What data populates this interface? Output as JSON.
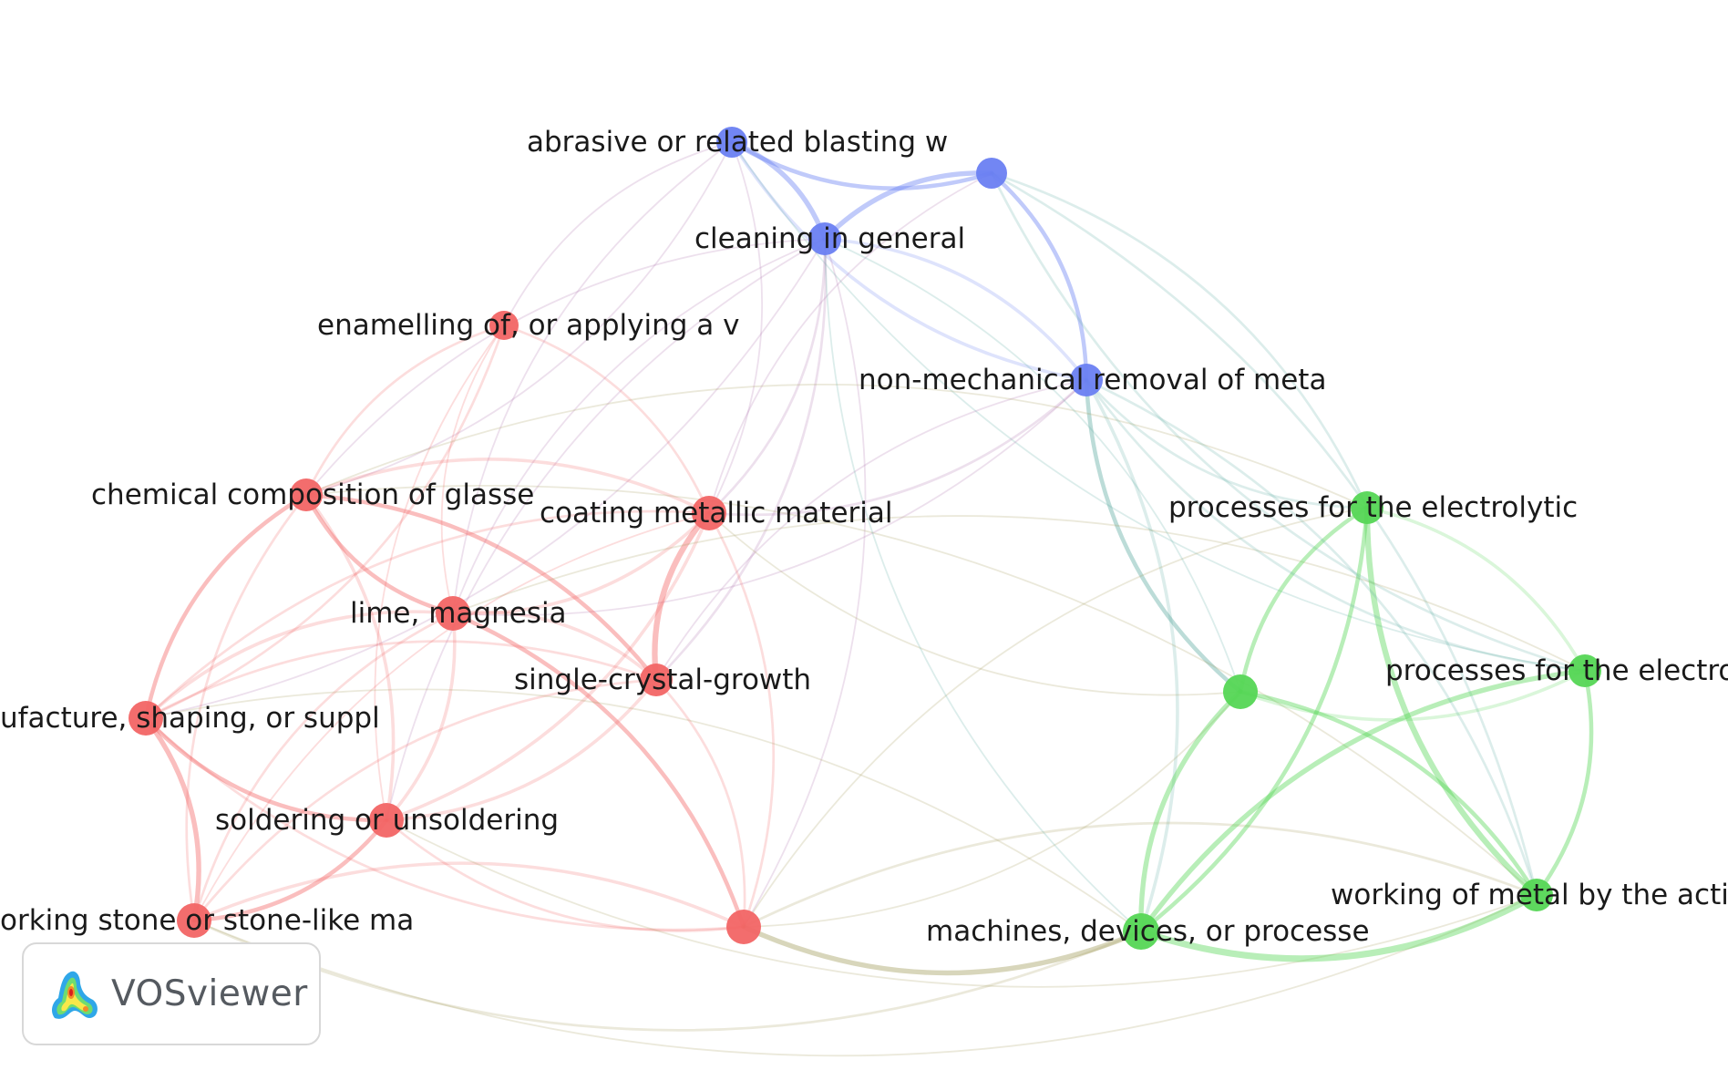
{
  "app": {
    "name": "VOSviewer"
  },
  "colors": {
    "red": "#f26565",
    "blue": "#6a80f2",
    "green": "#55d655"
  },
  "network": {
    "nodes": [
      {
        "id": "abrasive",
        "label": "abrasive or related blasting w",
        "cluster": "blue"
      },
      {
        "id": "blue-unlabeled",
        "label": "",
        "cluster": "blue"
      },
      {
        "id": "cleaning",
        "label": "cleaning in general",
        "cluster": "blue"
      },
      {
        "id": "nonmech",
        "label": "non-mechanical removal of meta",
        "cluster": "blue"
      },
      {
        "id": "enamelling",
        "label": "enamelling of, or applying a v",
        "cluster": "red"
      },
      {
        "id": "chemcomp",
        "label": "chemical composition of glasse",
        "cluster": "red"
      },
      {
        "id": "coating",
        "label": "coating metallic material",
        "cluster": "red"
      },
      {
        "id": "lime",
        "label": "lime, magnesia",
        "cluster": "red"
      },
      {
        "id": "singlecrystal",
        "label": "single-crystal-growth",
        "cluster": "red"
      },
      {
        "id": "manufacture",
        "label": "ufacture, shaping, or suppl",
        "cluster": "red"
      },
      {
        "id": "soldering",
        "label": "soldering or unsoldering",
        "cluster": "red"
      },
      {
        "id": "stone",
        "label": "orking stone or stone-like ma",
        "cluster": "red"
      },
      {
        "id": "red-unlabeled",
        "label": "",
        "cluster": "red"
      },
      {
        "id": "electrolytic1",
        "label": "processes for the electrolytic",
        "cluster": "green"
      },
      {
        "id": "green-unlabeled",
        "label": "",
        "cluster": "green"
      },
      {
        "id": "electrolytic2",
        "label": "processes for the electroly",
        "cluster": "green"
      },
      {
        "id": "workingmetal",
        "label": "working of metal by the action",
        "cluster": "green"
      },
      {
        "id": "machines",
        "label": "machines, devices, or processe",
        "cluster": "green"
      }
    ],
    "links": [
      [
        "abrasive",
        "blue-unlabeled",
        4
      ],
      [
        "abrasive",
        "cleaning",
        5
      ],
      [
        "blue-unlabeled",
        "cleaning",
        5
      ],
      [
        "blue-unlabeled",
        "nonmech",
        4
      ],
      [
        "abrasive",
        "nonmech",
        3
      ],
      [
        "cleaning",
        "nonmech",
        3
      ],
      [
        "nonmech",
        "green-unlabeled",
        4
      ],
      [
        "nonmech",
        "machines",
        3
      ],
      [
        "nonmech",
        "electrolytic1",
        2
      ],
      [
        "blue-unlabeled",
        "electrolytic1",
        2
      ],
      [
        "blue-unlabeled",
        "electrolytic2",
        2
      ],
      [
        "blue-unlabeled",
        "workingmetal",
        2
      ],
      [
        "abrasive",
        "electrolytic2",
        1
      ],
      [
        "cleaning",
        "coating",
        2
      ],
      [
        "cleaning",
        "chemcomp",
        1
      ],
      [
        "cleaning",
        "singlecrystal",
        2
      ],
      [
        "cleaning",
        "soldering",
        1
      ],
      [
        "cleaning",
        "red-unlabeled",
        1
      ],
      [
        "cleaning",
        "lime",
        1
      ],
      [
        "cleaning",
        "manufacture",
        1
      ],
      [
        "abrasive",
        "enamelling",
        1
      ],
      [
        "abrasive",
        "chemcomp",
        1
      ],
      [
        "abrasive",
        "lime",
        1
      ],
      [
        "abrasive",
        "coating",
        1
      ],
      [
        "blue-unlabeled",
        "coating",
        1
      ],
      [
        "nonmech",
        "coating",
        2
      ],
      [
        "nonmech",
        "singlecrystal",
        1
      ],
      [
        "nonmech",
        "lime",
        1
      ],
      [
        "enamelling",
        "chemcomp",
        2
      ],
      [
        "enamelling",
        "coating",
        2
      ],
      [
        "enamelling",
        "lime",
        1
      ],
      [
        "enamelling",
        "manufacture",
        2
      ],
      [
        "enamelling",
        "soldering",
        1
      ],
      [
        "chemcomp",
        "coating",
        3
      ],
      [
        "chemcomp",
        "lime",
        4
      ],
      [
        "chemcomp",
        "singlecrystal",
        4
      ],
      [
        "chemcomp",
        "manufacture",
        4
      ],
      [
        "chemcomp",
        "soldering",
        3
      ],
      [
        "chemcomp",
        "stone",
        2
      ],
      [
        "coating",
        "lime",
        3
      ],
      [
        "coating",
        "singlecrystal",
        6
      ],
      [
        "coating",
        "soldering",
        3
      ],
      [
        "coating",
        "manufacture",
        2
      ],
      [
        "coating",
        "red-unlabeled",
        2
      ],
      [
        "coating",
        "stone",
        1
      ],
      [
        "lime",
        "singlecrystal",
        3
      ],
      [
        "lime",
        "manufacture",
        3
      ],
      [
        "lime",
        "soldering",
        3
      ],
      [
        "lime",
        "stone",
        2
      ],
      [
        "lime",
        "red-unlabeled",
        4
      ],
      [
        "singlecrystal",
        "manufacture",
        2
      ],
      [
        "singlecrystal",
        "soldering",
        3
      ],
      [
        "singlecrystal",
        "stone",
        2
      ],
      [
        "singlecrystal",
        "red-unlabeled",
        2
      ],
      [
        "manufacture",
        "soldering",
        4
      ],
      [
        "manufacture",
        "stone",
        5
      ],
      [
        "manufacture",
        "red-unlabeled",
        2
      ],
      [
        "soldering",
        "stone",
        4
      ],
      [
        "soldering",
        "red-unlabeled",
        2
      ],
      [
        "stone",
        "red-unlabeled",
        3
      ],
      [
        "red-unlabeled",
        "machines",
        5
      ],
      [
        "red-unlabeled",
        "workingmetal",
        2
      ],
      [
        "red-unlabeled",
        "green-unlabeled",
        1
      ],
      [
        "red-unlabeled",
        "electrolytic1",
        1
      ],
      [
        "stone",
        "machines",
        2
      ],
      [
        "manufacture",
        "machines",
        1
      ],
      [
        "soldering",
        "workingmetal",
        1
      ],
      [
        "chemcomp",
        "electrolytic1",
        1
      ],
      [
        "coating",
        "green-unlabeled",
        1
      ],
      [
        "lime",
        "electrolytic2",
        1
      ],
      [
        "stone",
        "workingmetal",
        1
      ],
      [
        "chemcomp",
        "workingmetal",
        1
      ],
      [
        "electrolytic1",
        "green-unlabeled",
        4
      ],
      [
        "electrolytic1",
        "electrolytic2",
        3
      ],
      [
        "electrolytic1",
        "workingmetal",
        6
      ],
      [
        "electrolytic1",
        "machines",
        4
      ],
      [
        "green-unlabeled",
        "electrolytic2",
        3
      ],
      [
        "green-unlabeled",
        "workingmetal",
        4
      ],
      [
        "green-unlabeled",
        "machines",
        5
      ],
      [
        "electrolytic2",
        "workingmetal",
        4
      ],
      [
        "electrolytic2",
        "machines",
        5
      ],
      [
        "workingmetal",
        "machines",
        7
      ],
      [
        "nonmech",
        "electrolytic2",
        2
      ],
      [
        "nonmech",
        "workingmetal",
        2
      ],
      [
        "cleaning",
        "machines",
        1
      ],
      [
        "cleaning",
        "green-unlabeled",
        1
      ]
    ]
  }
}
